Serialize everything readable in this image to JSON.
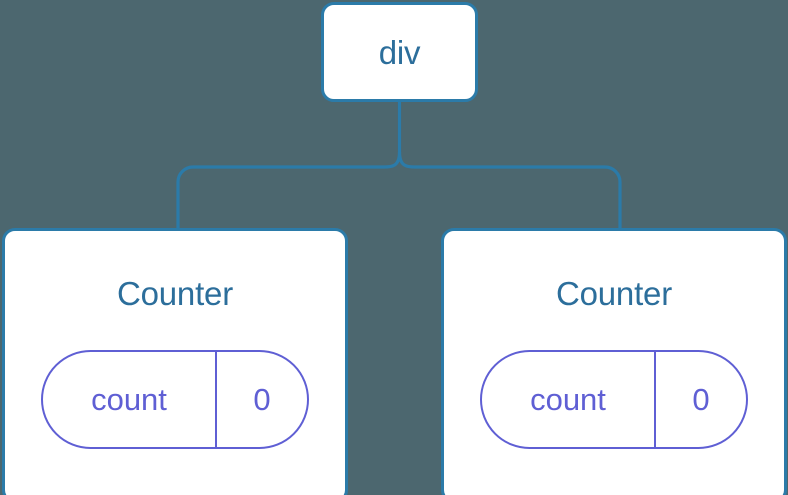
{
  "diagram": {
    "type": "component-tree",
    "background_color": "#4c676f",
    "node_border_color": "#2b7ba9",
    "node_text_color": "#2c6e9b",
    "state_accent_color": "#5f5fd4",
    "edge_color": "#2b7ba9"
  },
  "root": {
    "label": "div"
  },
  "children": [
    {
      "label": "Counter",
      "state": {
        "key": "count",
        "value": "0"
      }
    },
    {
      "label": "Counter",
      "state": {
        "key": "count",
        "value": "0"
      }
    }
  ]
}
